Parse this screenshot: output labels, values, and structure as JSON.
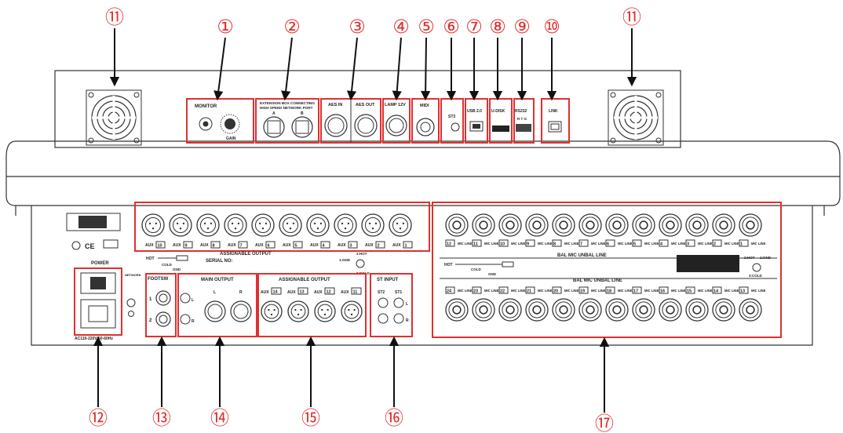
{
  "colors": {
    "callout": "#e03030",
    "line": "#333333",
    "panel_fill": "#ffffff"
  },
  "callouts": {
    "top": [
      "⑪",
      "①",
      "②",
      "③",
      "④",
      "⑤",
      "⑥",
      "⑦",
      "⑧",
      "⑨",
      "⑩",
      "⑪"
    ],
    "bottom": [
      "⑫",
      "⑬",
      "⑭",
      "⑮",
      "⑯",
      "⑰"
    ]
  },
  "top_panel": {
    "monitor": {
      "title": "MONITOR",
      "gain": "GAIN"
    },
    "extension": {
      "title_line1": "EXTENSION BOX CONNECTING",
      "title_line2": "HIGH SPEED NETWORK PORT",
      "port_a": "A",
      "port_b": "B"
    },
    "aes_in": "AES IN",
    "aes_out": "AES OUT",
    "lamp": "LAMP 12V",
    "midi": "MIDI",
    "st3": "ST3",
    "usb": "USB 2.0",
    "udisk": "U-DISK",
    "rs232": "RS232",
    "rs232_pins": "R T G",
    "link": "LINK"
  },
  "left_panel": {
    "power": "POWER",
    "voltage": "AC110-220V/50-60Hz",
    "network": "NETWORK",
    "cert": "CE"
  },
  "assignable_top": {
    "labels": [
      "AUX 10",
      "AUX 9",
      "AUX 8",
      "AUX 7",
      "AUX 6",
      "AUX 5",
      "AUX 4",
      "AUX 3",
      "AUX 2",
      "AUX 1"
    ],
    "title": "ASSIGNABLE OUTPUT"
  },
  "serial_no": "SERIAL NO:",
  "xlr_legend": {
    "hot": "HOT",
    "cold": "COLD",
    "gnd": "GND",
    "pin1": "1:GND",
    "pin2": "2:HOT",
    "pin3": "3:COLD"
  },
  "footsw": {
    "title": "FOOTSW",
    "labels": [
      "1",
      "2"
    ]
  },
  "main_output": {
    "title": "MAIN OUTPUT",
    "l": "L",
    "r": "R"
  },
  "assignable_bottom": {
    "title": "ASSIGNABLE OUTPUT",
    "labels": [
      "AUX 14",
      "AUX 13",
      "AUX 12",
      "AUX 11"
    ]
  },
  "st_input": {
    "title": "ST INPUT",
    "st2": "ST2",
    "st1": "ST1",
    "l": "L",
    "r": "R"
  },
  "bal_mic": {
    "title": "BAL MIC UNBAL LINE",
    "top_row": [
      "12",
      "11",
      "10",
      "9",
      "8",
      "7",
      "6",
      "5",
      "4",
      "3",
      "2",
      "1"
    ],
    "bottom_row": [
      "24",
      "23",
      "22",
      "21",
      "20",
      "19",
      "18",
      "17",
      "16",
      "15",
      "14",
      "13"
    ],
    "tag": "MIC LINE"
  }
}
